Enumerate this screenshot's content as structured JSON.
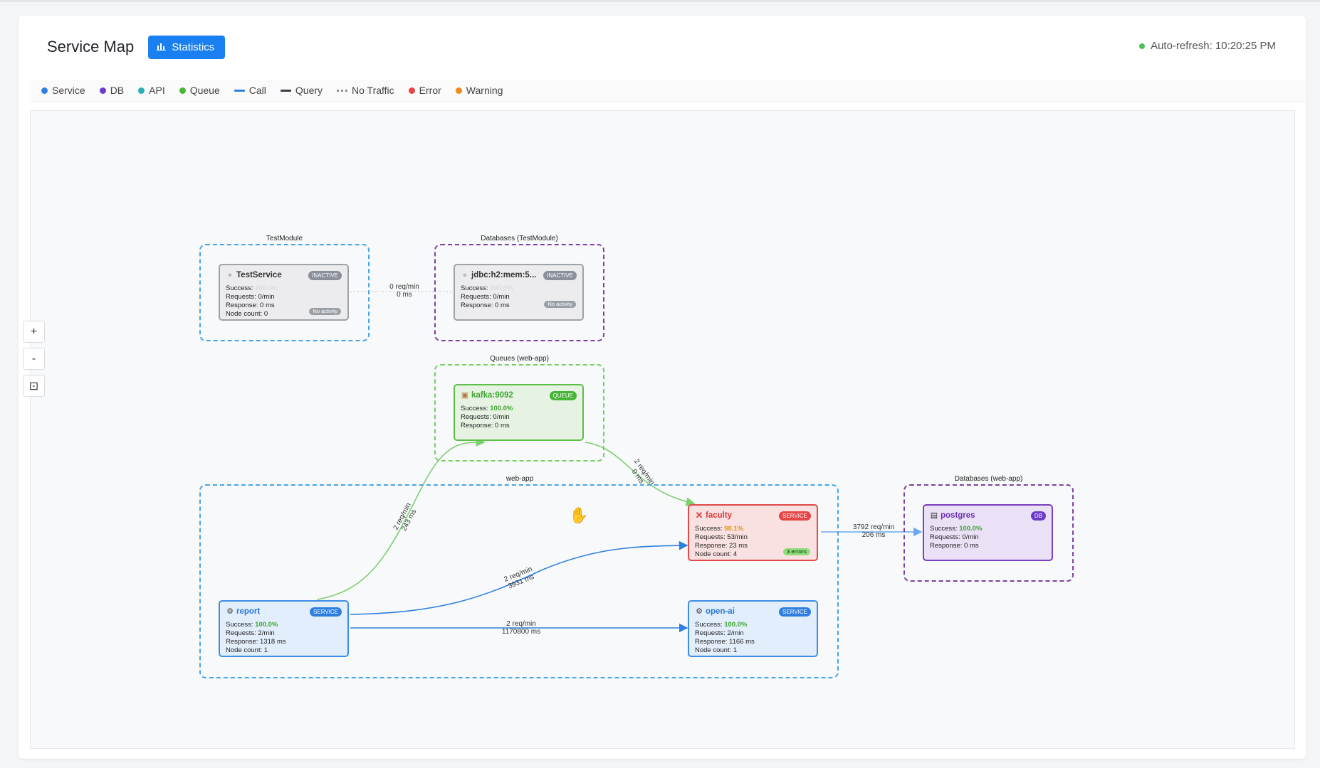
{
  "header": {
    "title": "Service Map",
    "statistics_label": "Statistics",
    "auto_refresh": "Auto-refresh: 10:20:25 PM"
  },
  "legend": [
    {
      "label": "Service",
      "kind": "dot",
      "color": "#2f7fe0"
    },
    {
      "label": "DB",
      "kind": "dot",
      "color": "#6c3cc9"
    },
    {
      "label": "API",
      "kind": "dot",
      "color": "#2ab0b0"
    },
    {
      "label": "Queue",
      "kind": "dot",
      "color": "#47b83a"
    },
    {
      "label": "Call",
      "kind": "line",
      "color": "#2f7fe0"
    },
    {
      "label": "Query",
      "kind": "line",
      "color": "#3a3f4a"
    },
    {
      "label": "No Traffic",
      "kind": "dash",
      "color": "#8a8f99"
    },
    {
      "label": "Error",
      "kind": "dot",
      "color": "#e64545"
    },
    {
      "label": "Warning",
      "kind": "dot",
      "color": "#ef8a1c"
    }
  ],
  "zoom": {
    "plus": "+",
    "minus": "-",
    "fit": "⊡"
  },
  "groups": {
    "testmodule": "TestModule",
    "databases_testmodule": "Databases (TestModule)",
    "queues_webapp": "Queues (web-app)",
    "webapp": "web-app",
    "databases_webapp": "Databases (web-app)"
  },
  "nodes": {
    "testservice": {
      "name": "TestService",
      "badge": "INACTIVE",
      "success_label": "Success:",
      "success_value": "100.0%",
      "requests": "Requests: 0/min",
      "response": "Response: 0 ms",
      "node_count": "Node count: 0",
      "status": "No activity"
    },
    "jdbc": {
      "name": "jdbc:h2:mem:5...",
      "badge": "INACTIVE",
      "success_label": "Success:",
      "success_value": "100.0%",
      "requests": "Requests: 0/min",
      "response": "Response: 0 ms",
      "status": "No activity"
    },
    "kafka": {
      "name": "kafka:9092",
      "badge": "QUEUE",
      "success_label": "Success:",
      "success_value": "100.0%",
      "requests": "Requests: 0/min",
      "response": "Response: 0 ms"
    },
    "faculty": {
      "name": "faculty",
      "badge": "SERVICE",
      "success_label": "Success:",
      "success_value": "98.1%",
      "requests": "Requests: 53/min",
      "response": "Response: 23 ms",
      "node_count": "Node count: 4",
      "errors": "3 errors"
    },
    "postgres": {
      "name": "postgres",
      "badge": "DB",
      "success_label": "Success:",
      "success_value": "100.0%",
      "requests": "Requests: 0/min",
      "response": "Response: 0 ms"
    },
    "report": {
      "name": "report",
      "badge": "SERVICE",
      "success_label": "Success:",
      "success_value": "100.0%",
      "requests": "Requests: 2/min",
      "response": "Response: 1318 ms",
      "node_count": "Node count: 1"
    },
    "openai": {
      "name": "open-ai",
      "badge": "SERVICE",
      "success_label": "Success:",
      "success_value": "100.0%",
      "requests": "Requests: 2/min",
      "response": "Response: 1166 ms",
      "node_count": "Node count: 1"
    }
  },
  "edges": {
    "test_jdbc": {
      "rate": "0 req/min",
      "latency": "0 ms"
    },
    "report_kafka": {
      "rate": "2 req/min",
      "latency": "243 ms"
    },
    "kafka_faculty": {
      "rate": "2 req/min",
      "latency": "0 ms"
    },
    "report_faculty": {
      "rate": "2 req/min",
      "latency": "3931 ms"
    },
    "report_openai": {
      "rate": "2 req/min",
      "latency": "1170800 ms"
    },
    "faculty_postgres": {
      "rate": "3792 req/min",
      "latency": "206 ms"
    }
  },
  "colors": {
    "service": "#2f7fe0",
    "db": "#6c3cc9",
    "queue": "#47b83a",
    "error": "#e64545",
    "warning": "#ef8a1c",
    "inactive": "#8a8f99"
  }
}
